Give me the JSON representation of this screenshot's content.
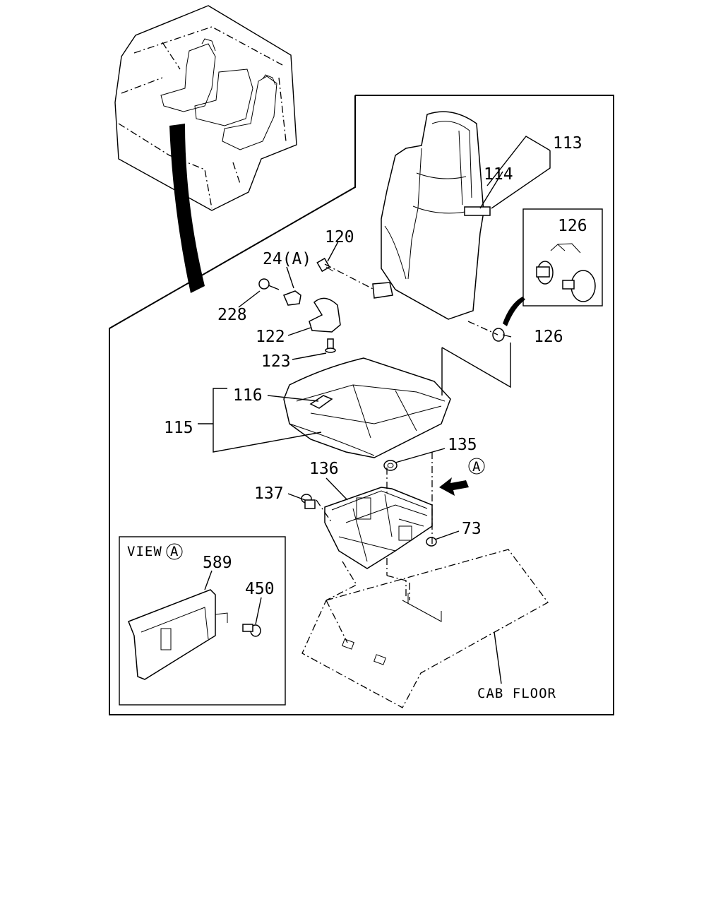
{
  "diagram": {
    "callouts": {
      "p113": "113",
      "p114": "114",
      "p120": "120",
      "p24a": "24(A)",
      "p126_box": "126",
      "p228": "228",
      "p122": "122",
      "p126": "126",
      "p123": "123",
      "p116": "116",
      "p115": "115",
      "p135": "135",
      "p136": "136",
      "p137": "137",
      "p73": "73",
      "p589": "589",
      "p450": "450"
    },
    "view_label": "VIEW",
    "view_marker": "A",
    "arrow_marker": "A",
    "cab_floor": "CAB FLOOR"
  }
}
